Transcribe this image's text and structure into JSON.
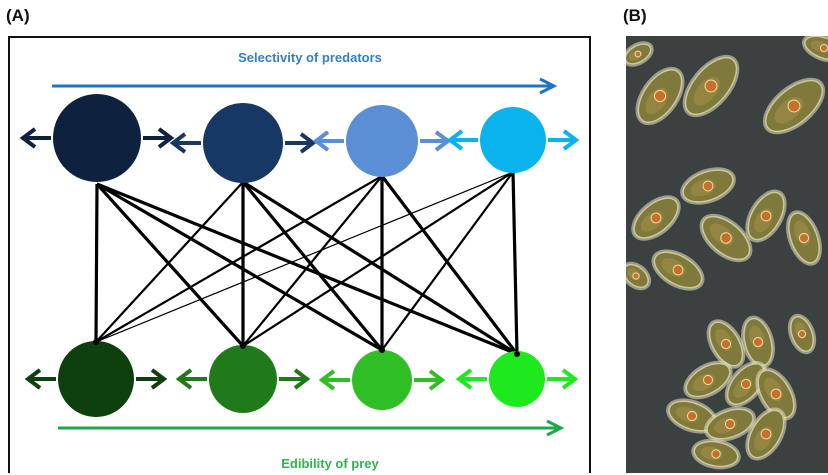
{
  "panels": {
    "a_label": "(A)",
    "b_label": "(B)"
  },
  "diagram": {
    "top_axis_label": "Selectivity of predators",
    "bottom_axis_label": "Edibility of prey",
    "colors": {
      "top_arrow": "#1f73c3",
      "bottom_arrow": "#1aa84a",
      "predators": [
        "#0e2240",
        "#173865",
        "#5a8fd6",
        "#0bb3ec"
      ],
      "prey": [
        "#0d400d",
        "#217a1a",
        "#2fbf25",
        "#1de91d"
      ]
    },
    "predators": [
      {
        "name": "predator-1"
      },
      {
        "name": "predator-2"
      },
      {
        "name": "predator-3"
      },
      {
        "name": "predator-4"
      }
    ],
    "prey": [
      {
        "name": "prey-1"
      },
      {
        "name": "prey-2"
      },
      {
        "name": "prey-3"
      },
      {
        "name": "prey-4"
      }
    ],
    "links": [
      [
        0,
        0,
        "bold"
      ],
      [
        0,
        1,
        "bold"
      ],
      [
        0,
        2,
        "bold"
      ],
      [
        0,
        3,
        "bold"
      ],
      [
        1,
        0,
        "medium"
      ],
      [
        1,
        1,
        "bold"
      ],
      [
        1,
        2,
        "bold"
      ],
      [
        1,
        3,
        "bold"
      ],
      [
        2,
        0,
        "medium"
      ],
      [
        2,
        1,
        "medium"
      ],
      [
        2,
        2,
        "bold"
      ],
      [
        2,
        3,
        "bold"
      ],
      [
        3,
        0,
        "thin"
      ],
      [
        3,
        1,
        "medium"
      ],
      [
        3,
        2,
        "medium"
      ],
      [
        3,
        3,
        "bold"
      ]
    ]
  },
  "micrographs": [
    {
      "name": "micrograph-top"
    },
    {
      "name": "micrograph-middle"
    },
    {
      "name": "micrograph-bottom"
    }
  ]
}
